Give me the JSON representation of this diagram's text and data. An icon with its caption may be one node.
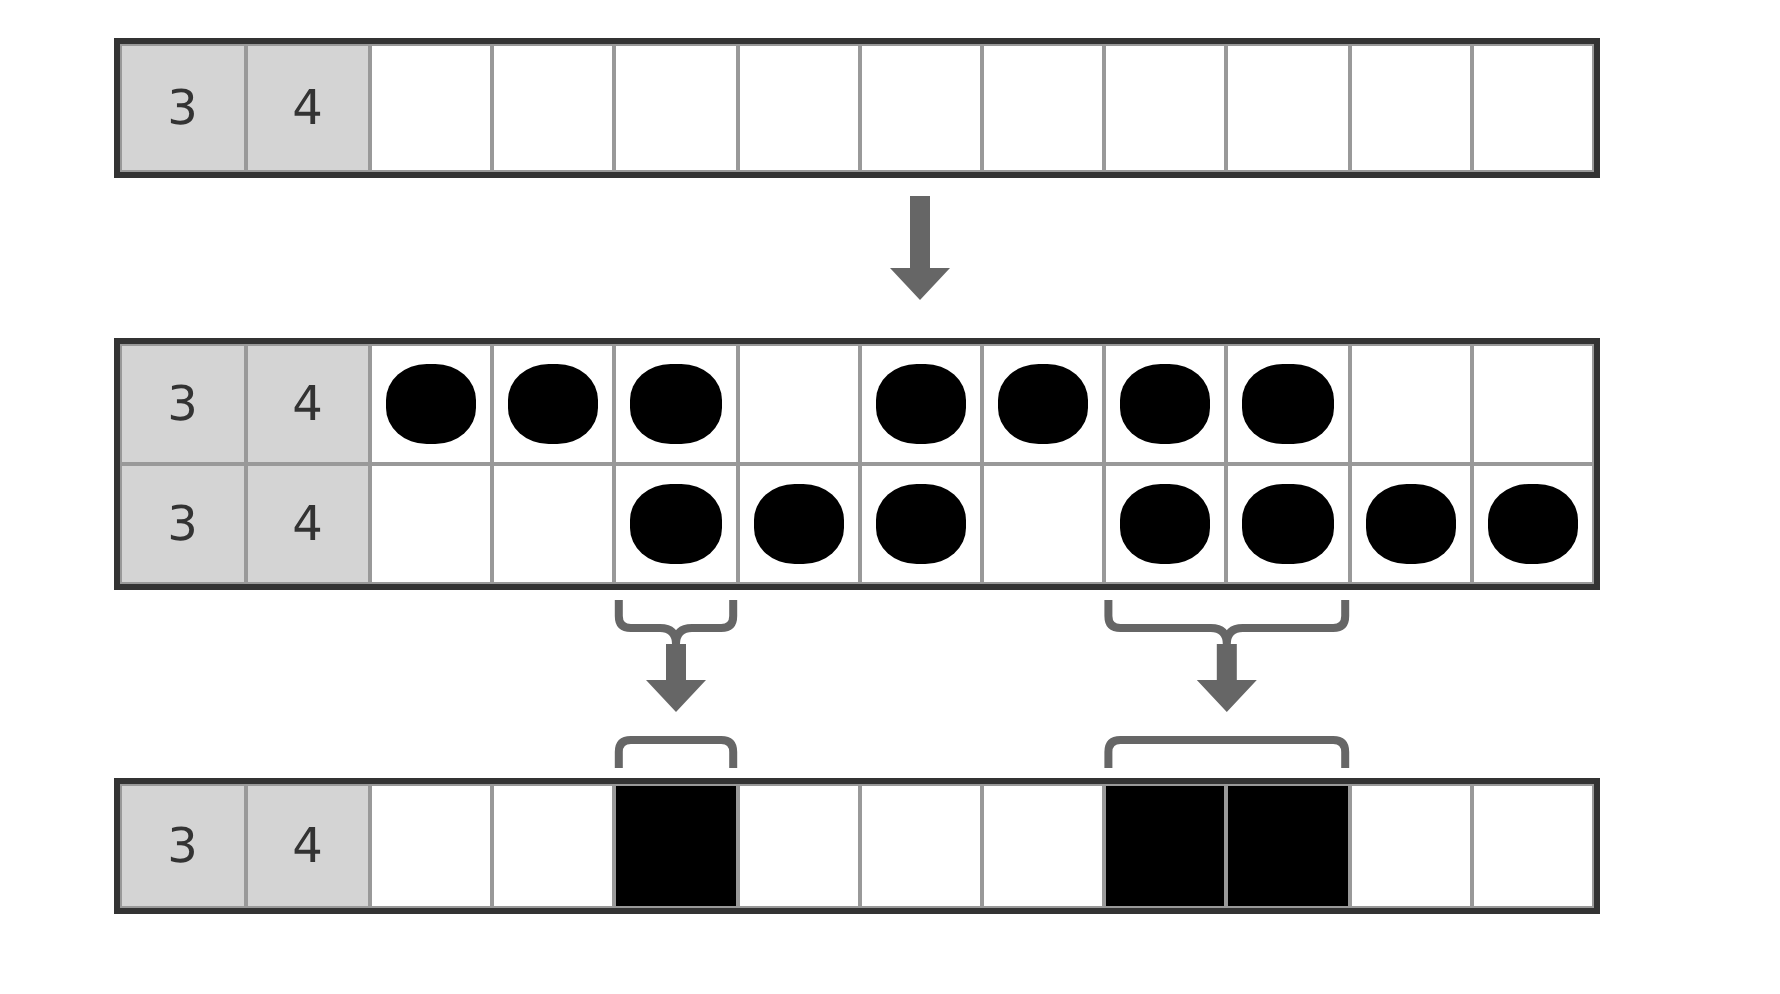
{
  "diagram": {
    "labels": [
      "3",
      "4",
      "3",
      "4",
      "3",
      "4",
      "3",
      "4"
    ]
  }
}
